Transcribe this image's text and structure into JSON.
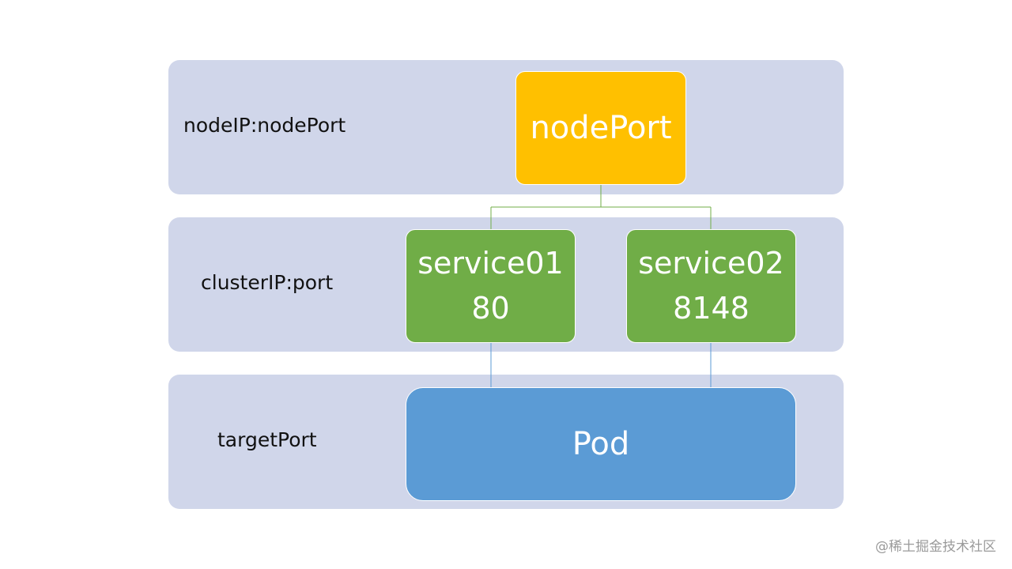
{
  "layers": {
    "node": {
      "label": "nodeIP:nodePort"
    },
    "cluster": {
      "label": "clusterIP:port"
    },
    "target": {
      "label": "targetPort"
    }
  },
  "nodes": {
    "nodeport": {
      "label": "nodePort",
      "color": "#ffc000"
    },
    "service01": {
      "name": "service01",
      "port": "80",
      "color": "#70ad47"
    },
    "service02": {
      "name": "service02",
      "port": "8148",
      "color": "#70ad47"
    },
    "pod": {
      "label": "Pod",
      "color": "#5b9bd5"
    }
  },
  "connector_colors": {
    "green": "#70ad47",
    "blue": "#5b9bd5"
  },
  "watermark": "@稀土掘金技术社区"
}
